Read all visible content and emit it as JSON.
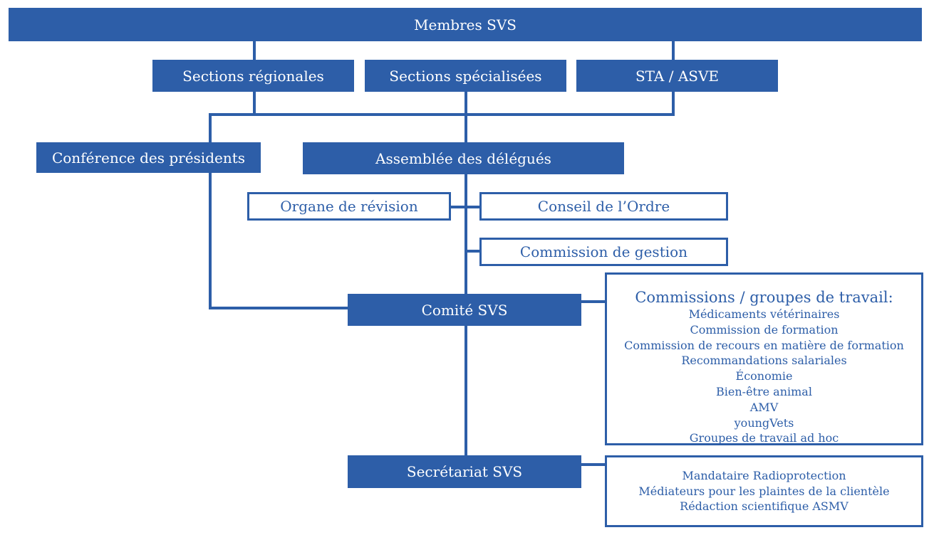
{
  "colors": {
    "primary": "#2d5ea8",
    "background": "#ffffff",
    "filled_text": "#ffffff"
  },
  "nodes": {
    "membres": "Membres SVS",
    "sections_regionales": "Sections régionales",
    "sections_specialisees": "Sections spécialisées",
    "sta_asve": "STA / ASVE",
    "conference": "Conférence des présidents",
    "assemblee": "Assemblée des délégués",
    "organe": "Organe de révision",
    "conseil": "Conseil de l’Ordre",
    "commission_gestion": "Commission de gestion",
    "comite": "Comité SVS",
    "secretariat": "Secrétariat SVS"
  },
  "commissions": {
    "title": "Commissions / groupes de travail:",
    "items": [
      "Médicaments vétérinaires",
      "Commission de formation",
      "Commission de recours en matière de formation",
      "Recommandations salariales",
      "Économie",
      "Bien-être animal",
      "AMV",
      "youngVets",
      "Groupes de travail ad hoc"
    ]
  },
  "secretariat_roles": {
    "items": [
      "Mandataire Radioprotection",
      "Médiateurs pour les plaintes de la clientèle",
      "Rédaction scientifique ASMV"
    ]
  }
}
